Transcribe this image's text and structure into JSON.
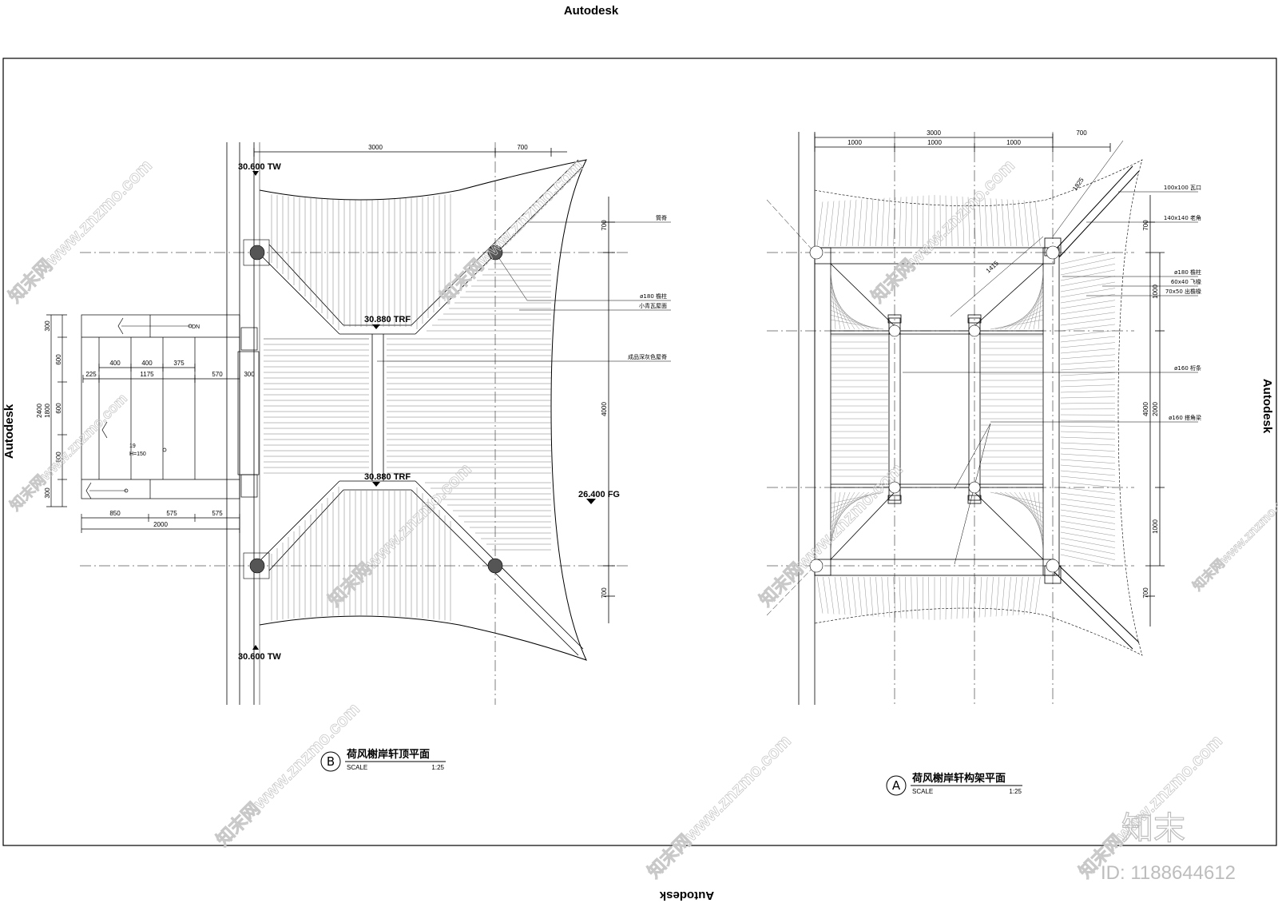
{
  "brand": {
    "top": "Autodesk",
    "left": "Autodesk",
    "right": "Autodesk",
    "bottom": "Autodesk"
  },
  "plan_b": {
    "dims_top": [
      "3000",
      "700"
    ],
    "dims_right": [
      "700",
      "4000",
      "700"
    ],
    "elev_tw_top": "30.600 TW",
    "elev_tw_bottom": "30.600 TW",
    "elev_trf_top": "30.880 TRF",
    "elev_trf_bottom": "30.880 TRF",
    "elev_fg": "26.400 FG",
    "labels": [
      "筒脊",
      "ø180 檐柱",
      "小青瓦屋面",
      "成品深灰色屋脊"
    ],
    "title_letter": "B",
    "title": "荷风榭岸轩顶平面",
    "scale_label": "SCALE",
    "scale_value": "1:25"
  },
  "stair_detail": {
    "dims_left": [
      "2400",
      "300",
      "600",
      "1800",
      "600",
      "600",
      "300"
    ],
    "dims_top_row1": [
      "400",
      "400",
      "375"
    ],
    "dims_top_row2": [
      "225",
      "1175",
      "570",
      "300"
    ],
    "dims_bottom_row1": [
      "850",
      "575",
      "575"
    ],
    "dims_bottom_row2": "2000",
    "note_dn": "DN",
    "note_step": "19",
    "note_h": "H=150"
  },
  "plan_a": {
    "dims_top_total": "3000",
    "dims_top_ext": "700",
    "dims_top_parts": [
      "1000",
      "1000",
      "1000"
    ],
    "dims_right_outer": [
      "700",
      "4000",
      "700"
    ],
    "dims_right_inner": [
      "1000",
      "2000",
      "1000"
    ],
    "dims_diag": [
      "1825",
      "1415"
    ],
    "labels": [
      "100x100 瓦口",
      "140x140 老角",
      "ø180 檐柱",
      "60x40 飞椽",
      "70x50 出檐椽",
      "ø160 桁条",
      "ø160 搭角梁"
    ],
    "title_letter": "A",
    "title": "荷风榭岸轩构架平面",
    "scale_label": "SCALE",
    "scale_value": "1:25"
  },
  "watermark": {
    "text": "知末网www.znzmo.com",
    "logo": "知末",
    "id": "ID: 1188644612"
  },
  "colors": {
    "line": "#000000",
    "hatch": "#555555",
    "watermark": "#c8c8c8",
    "column": "#555555"
  }
}
